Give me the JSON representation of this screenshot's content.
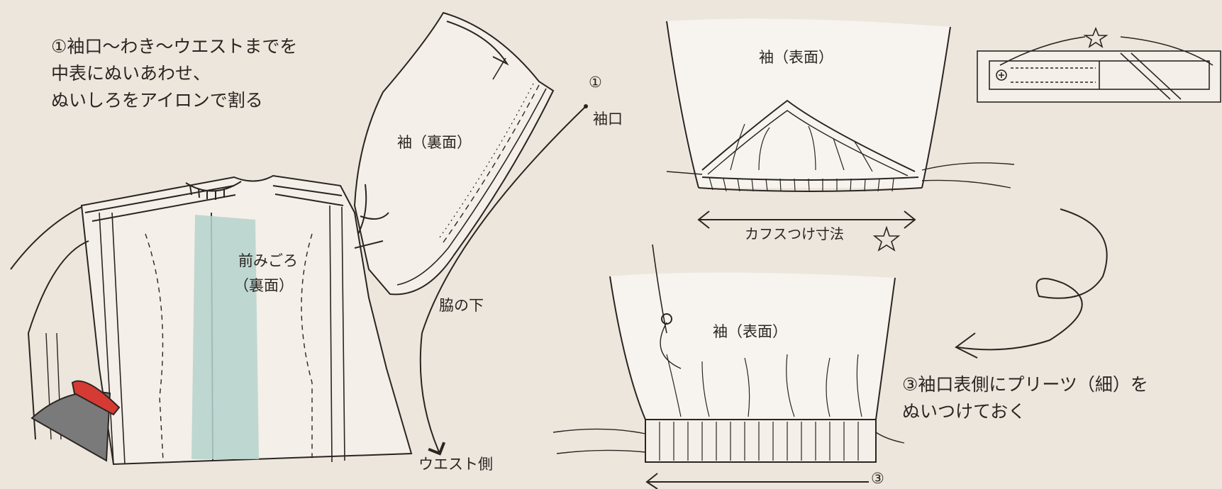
{
  "step1": {
    "lines": [
      "①袖口～わき～ウエストまでを",
      "中表にぬいあわせ、",
      "ぬいしろをアイロンで割る"
    ]
  },
  "labels": {
    "sleeve_back": "袖（裏面）",
    "front_body_1": "前みごろ",
    "front_body_2": "（裏面）",
    "marker_1": "①",
    "cuff_opening": "袖口",
    "under_arm": "脇の下",
    "waist_side": "ウエスト側",
    "sleeve_front_top": "袖（表面）",
    "cuff_attach_size": "カフスつけ寸法",
    "sleeve_front_bottom": "袖（表面）",
    "marker_3": "③"
  },
  "step3": {
    "lines": [
      "③袖口表側にプリーツ（細）を",
      "ぬいつけておく"
    ]
  },
  "colors": {
    "background": "#ede6dd",
    "ink": "#2b2522",
    "facing_teal": "#b5d2cc",
    "iron_red": "#d63b33",
    "iron_body": "#7a7a7a"
  }
}
